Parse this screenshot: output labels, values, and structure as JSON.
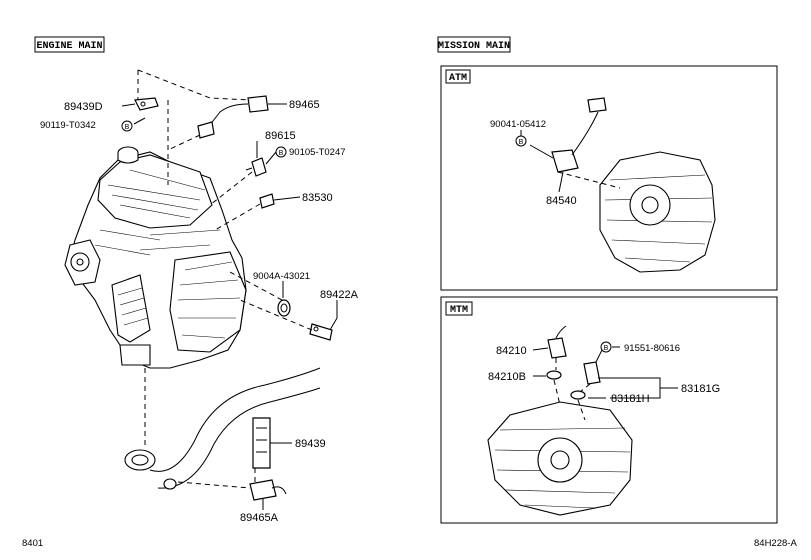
{
  "sections": {
    "engine_main": "ENGINE MAIN",
    "mission_main": "MISSION MAIN",
    "atm": "ATM",
    "mtm": "MTM"
  },
  "parts": {
    "p89439D": "89439D",
    "p90119": "90119-T0342",
    "p89465": "89465",
    "p89615": "89615",
    "p90105": "90105-T0247",
    "p83530": "83530",
    "p9004A": "9004A-43021",
    "p89422A": "89422A",
    "p89439": "89439",
    "p89465A": "89465A",
    "p90041": "90041-05412",
    "p84540": "84540",
    "p84210": "84210",
    "p91551": "91551-80616",
    "p84210B": "84210B",
    "p83181G": "83181G",
    "p83181H": "83181H"
  },
  "bolt_marker": "B",
  "footer": {
    "left": "8401",
    "right": "84H228-A"
  }
}
